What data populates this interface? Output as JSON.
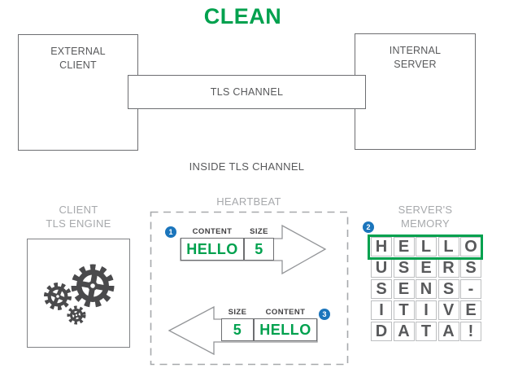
{
  "title": "CLEAN",
  "colors": {
    "green": "#00A14E",
    "blue": "#1B75BC",
    "text_dark": "#58595B",
    "label_gray": "#A7A9AC"
  },
  "top_diagram": {
    "external_client_line1": "EXTERNAL",
    "external_client_line2": "CLIENT",
    "internal_server_line1": "INTERNAL",
    "internal_server_line2": "SERVER",
    "tls_channel": "TLS CHANNEL",
    "inside_tls_channel": "INSIDE TLS CHANNEL"
  },
  "client_engine": {
    "line1": "CLIENT",
    "line2": "TLS ENGINE",
    "icon": "gears-icon"
  },
  "heartbeat": {
    "label": "HEARTBEAT",
    "request": {
      "step": "1",
      "content_label": "CONTENT",
      "content_value": "HELLO",
      "size_label": "SIZE",
      "size_value": "5"
    },
    "response": {
      "step": "3",
      "size_label": "SIZE",
      "size_value": "5",
      "content_label": "CONTENT",
      "content_value": "HELLO"
    }
  },
  "server_memory": {
    "label_line1": "SERVER'S",
    "label_line2": "MEMORY",
    "step": "2",
    "rows": [
      [
        "H",
        "E",
        "L",
        "L",
        "O"
      ],
      [
        "U",
        "S",
        "E",
        "R",
        "S"
      ],
      [
        "S",
        "E",
        "N",
        "S",
        "-"
      ],
      [
        "I",
        "T",
        "I",
        "V",
        "E"
      ],
      [
        "D",
        "A",
        "T",
        "A",
        "!"
      ]
    ]
  }
}
